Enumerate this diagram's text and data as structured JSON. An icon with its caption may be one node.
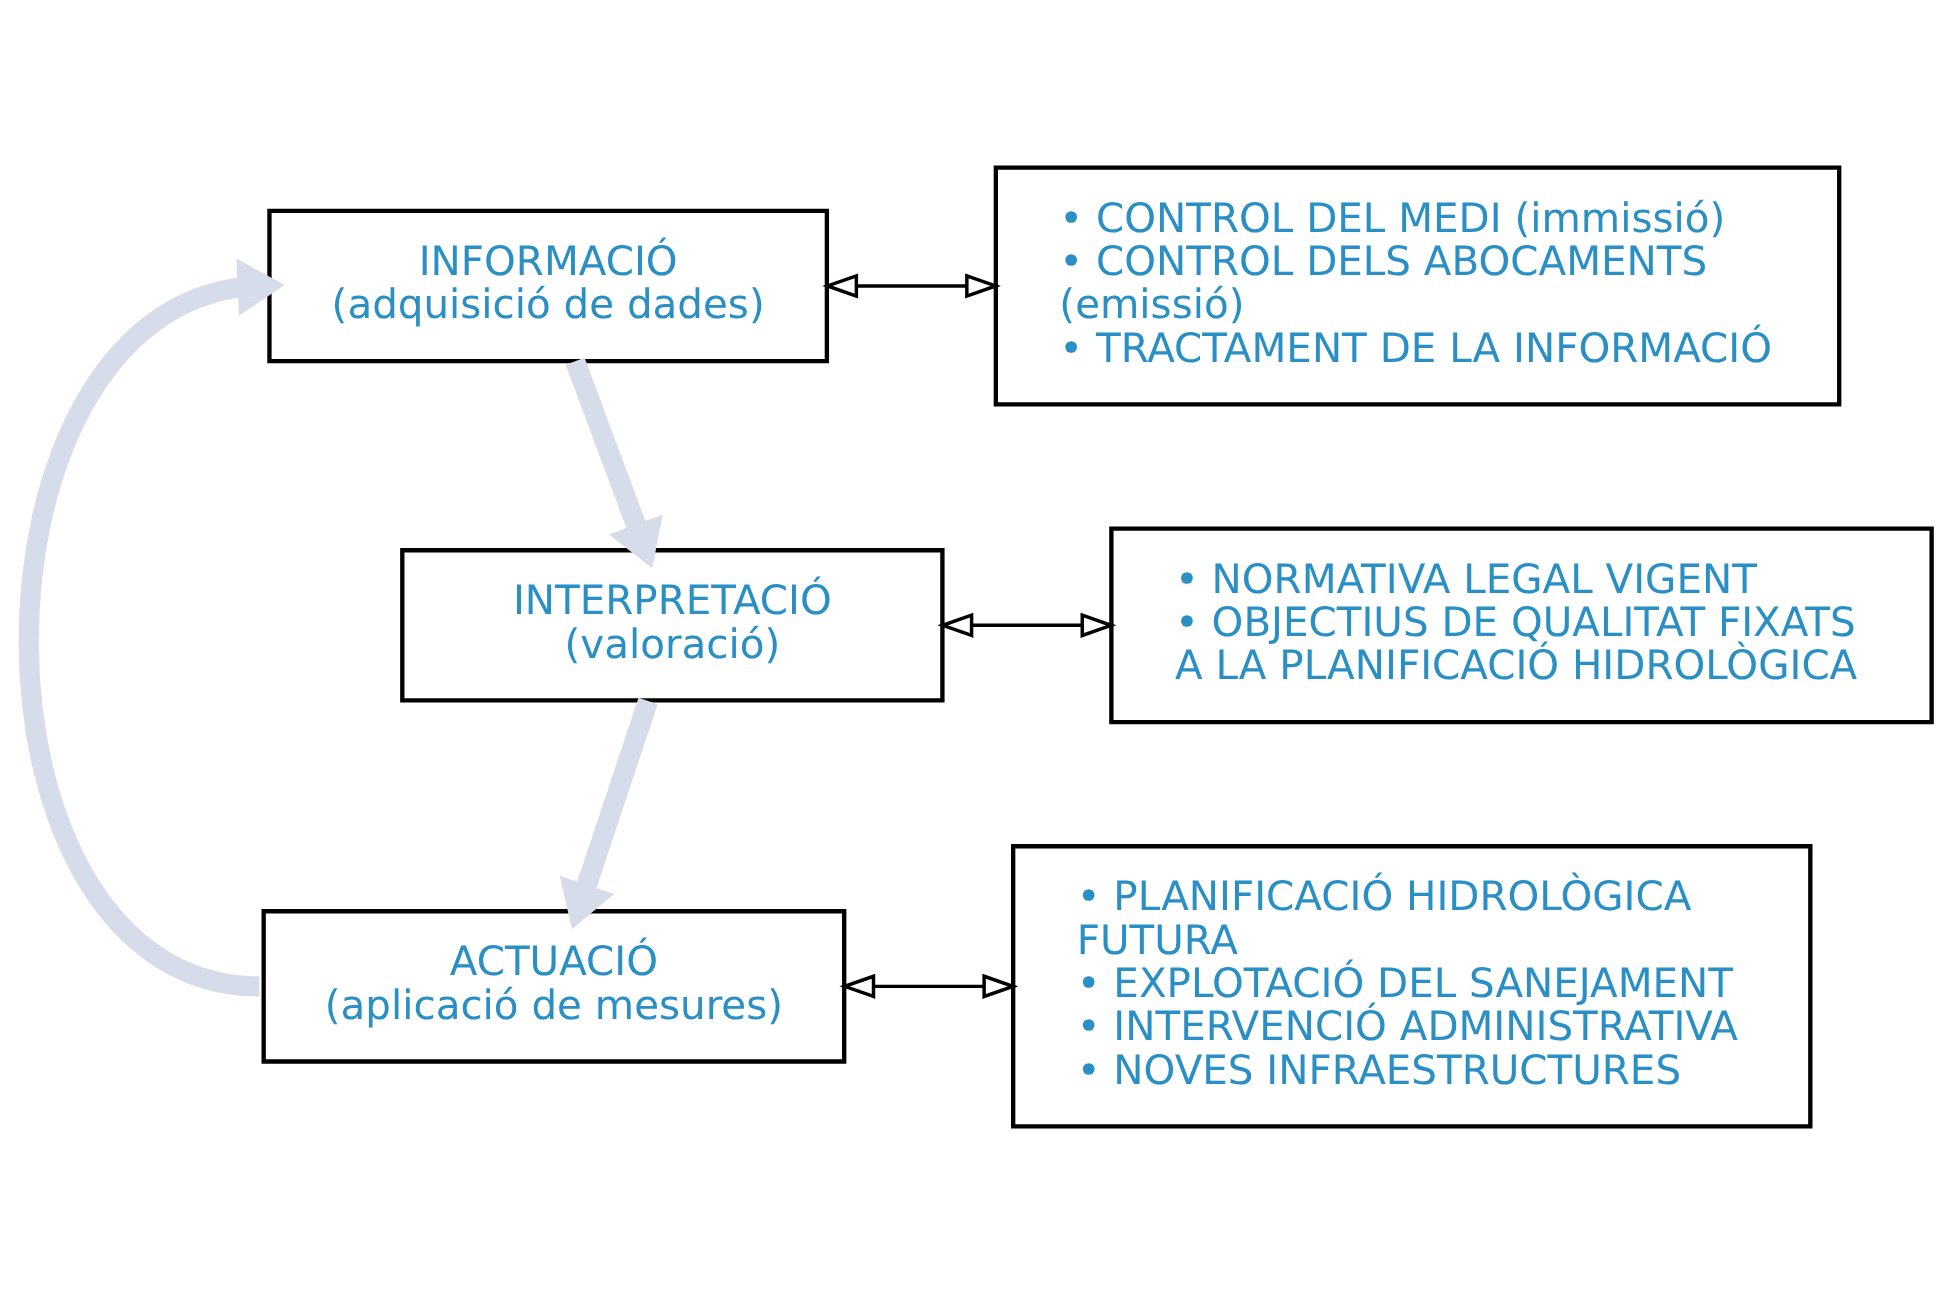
{
  "diagram": {
    "nodes": [
      {
        "text": [
          "INFORMACIÓ",
          "(adquisició de dades)"
        ]
      },
      {
        "text": [
          "• CONTROL DEL MEDI (immissió)",
          "• CONTROL DELS ABOCAMENTS (emissió)",
          "• TRACTAMENT DE LA INFORMACIÓ"
        ]
      },
      {
        "text": [
          "INTERPRETACIÓ",
          "(valoració)"
        ]
      },
      {
        "text": [
          "• NORMATIVA LEGAL VIGENT",
          "• OBJECTIUS DE QUALITAT FIXATS A LA PLANIFICACIÓ HIDROLÒGICA"
        ]
      },
      {
        "text": [
          "ACTUACIÓ",
          "(aplicació de mesures)"
        ]
      },
      {
        "text": [
          "• PLANIFICACIÓ HIDROLÒGICA FUTURA",
          "• EXPLOTACIÓ DEL SANEJAMENT",
          "• INTERVENCIÓ ADMINISTRATIVA",
          "• NOVES INFRAESTRUCTURES"
        ]
      }
    ],
    "edges": [
      {
        "from": 0,
        "to": 1,
        "arrow": "both"
      },
      {
        "from": 0,
        "to": 2,
        "arrow": "to",
        "style": "thick",
        "color": "#d6dcea"
      },
      {
        "from": 2,
        "to": 3,
        "arrow": "both"
      },
      {
        "from": 2,
        "to": 4,
        "arrow": "to",
        "style": "thick",
        "color": "#d6dcea"
      },
      {
        "from": 4,
        "to": 5,
        "arrow": "both"
      },
      {
        "from": 4,
        "to": 0,
        "arrow": "to",
        "style": "thick",
        "color": "#d6dcea"
      }
    ]
  }
}
